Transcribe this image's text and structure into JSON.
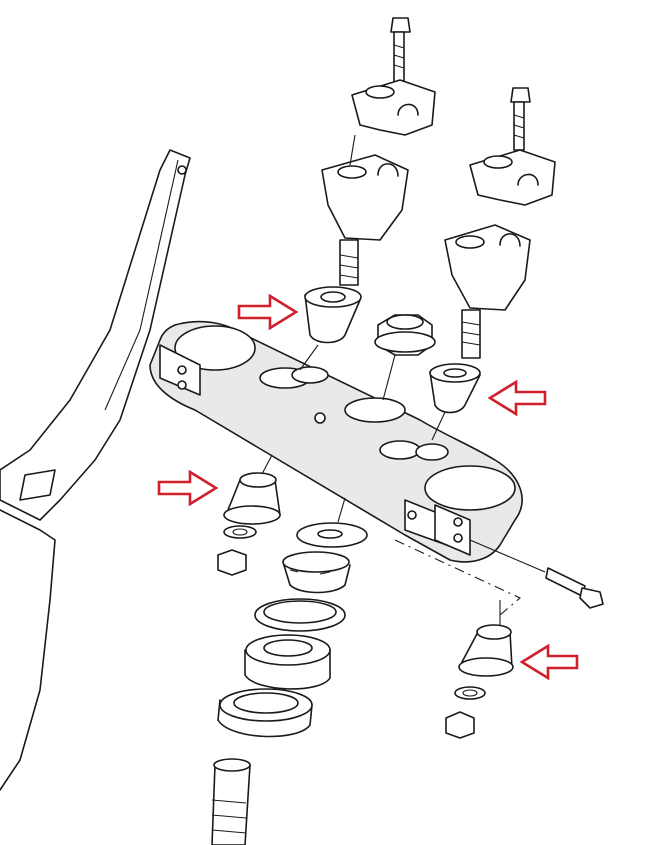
{
  "arrow_color": "#d0212a",
  "line_color": "#1a1a1a",
  "background": "#ffffff",
  "callout_arrows": [
    "arrow-upper-left",
    "arrow-upper-right",
    "arrow-lower-left",
    "arrow-lower-right"
  ]
}
